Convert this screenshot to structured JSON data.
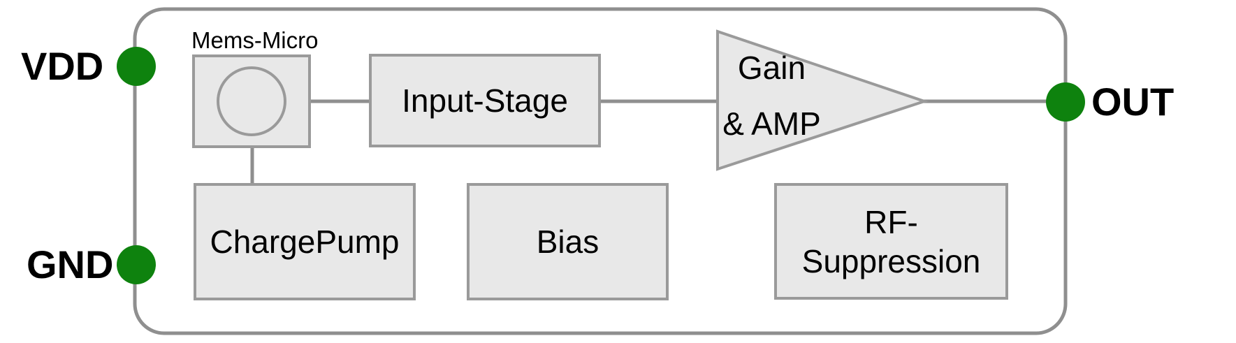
{
  "pins": {
    "vdd": {
      "label": "VDD"
    },
    "gnd": {
      "label": "GND"
    },
    "out": {
      "label": "OUT"
    }
  },
  "blocks": {
    "mems": {
      "label": "Mems-Micro"
    },
    "input_stage": {
      "label": "Input-Stage"
    },
    "amplifier": {
      "line1": "Gain",
      "line2": "& AMP"
    },
    "charge_pump": {
      "label": "ChargePump"
    },
    "bias": {
      "label": "Bias"
    },
    "rf_suppression": {
      "line1": "RF-",
      "line2": "Suppression"
    }
  },
  "colors": {
    "pin": "#0e820e",
    "wire": "#8f8f8f",
    "block_fill": "#e8e8e8",
    "block_border": "#9a9a9a",
    "text": "#000000"
  }
}
